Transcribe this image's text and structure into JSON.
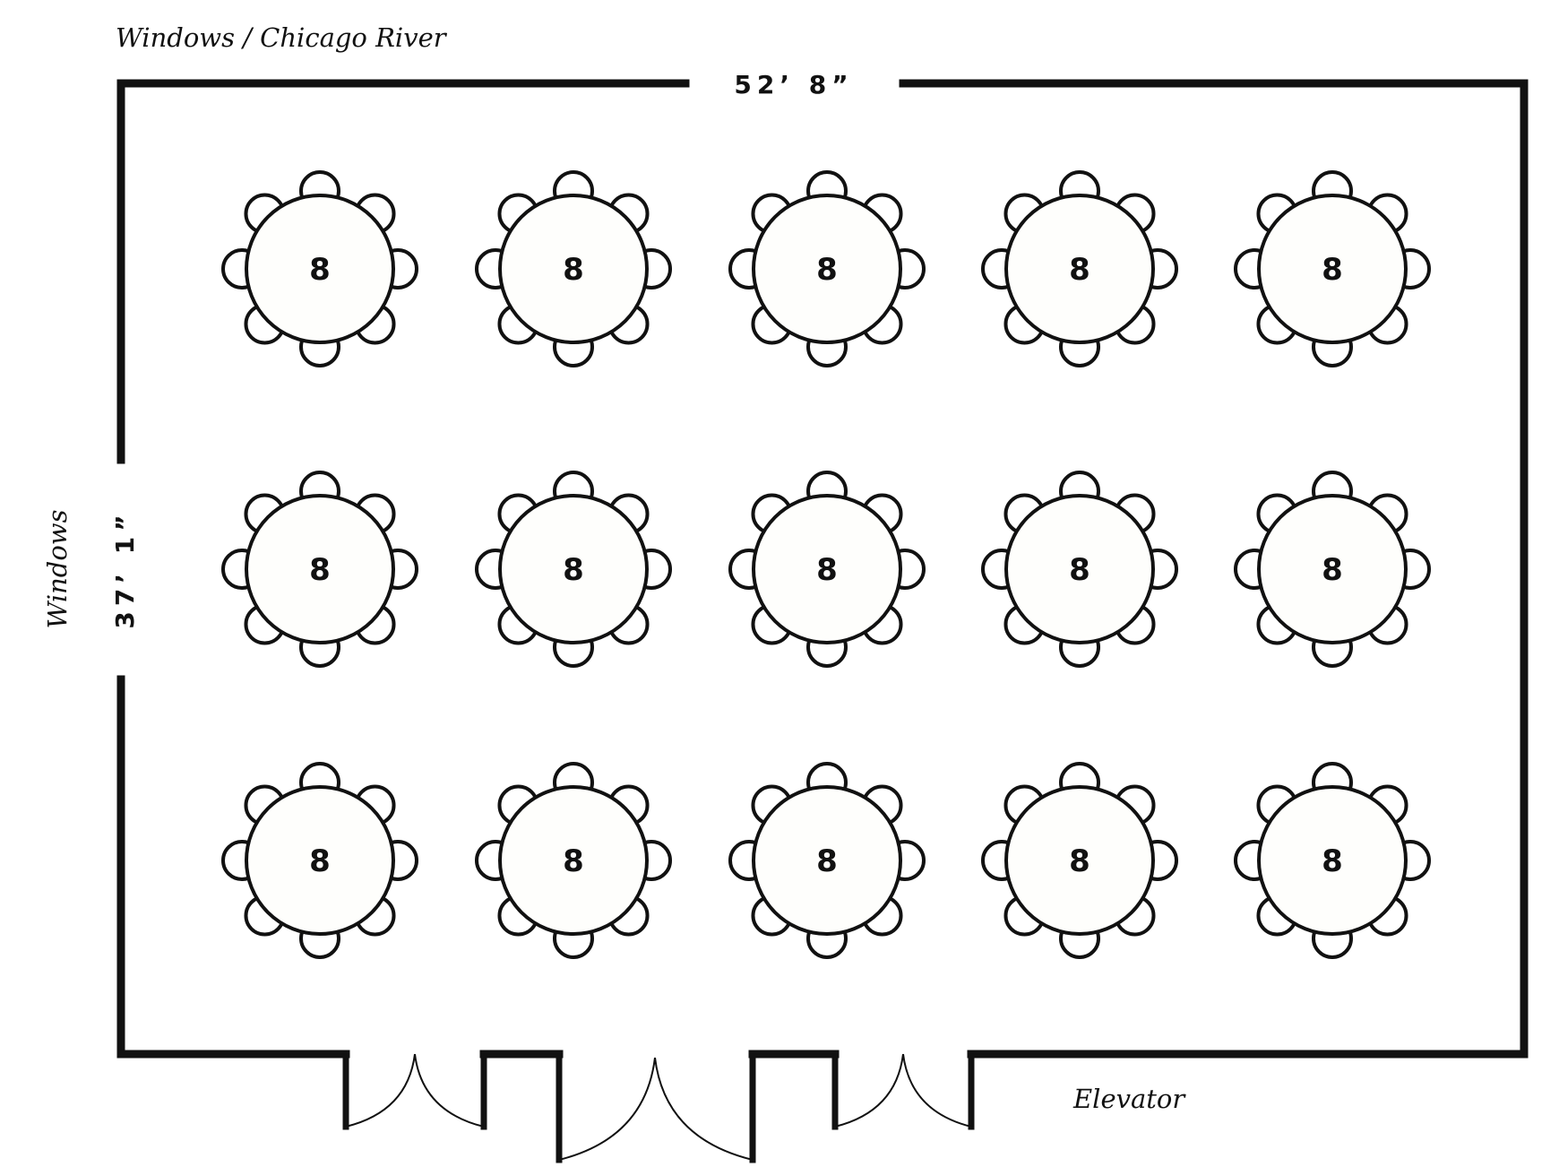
{
  "labels": {
    "top_windows": "Windows / Chicago River",
    "left_windows": "Windows",
    "width_dimension": "52’ 8”",
    "depth_dimension": "37’ 1”",
    "elevator": "Elevator"
  },
  "tables": {
    "rows": 3,
    "columns": 5,
    "seats_per_table": 8,
    "label": "8"
  }
}
